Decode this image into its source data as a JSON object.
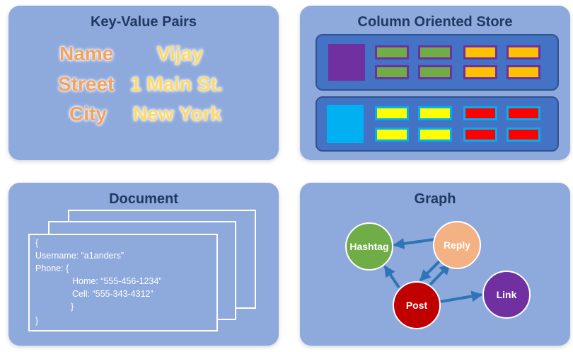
{
  "kv": {
    "title": "Key-Value Pairs",
    "rows": [
      {
        "key": "Name",
        "value": "Vijay"
      },
      {
        "key": "Street",
        "value": "1 Main St."
      },
      {
        "key": "City",
        "value": "New York"
      }
    ]
  },
  "column_store": {
    "title": "Column Oriented Store",
    "colors": {
      "panel": "#8ea9db",
      "group_fill": "#4472c4",
      "purple": "#7030a0",
      "cyan": "#00b0f0",
      "green": "#70ad47",
      "orange": "#ffc000",
      "yellow": "#ffff00",
      "red": "#ff0000"
    }
  },
  "document": {
    "title": "Document",
    "lines": [
      "{",
      "Username: “a1anders”",
      "Phone: {",
      "Home: “555-456-1234”",
      "Cell: “555-343-4312”",
      "}",
      "}"
    ]
  },
  "graph": {
    "title": "Graph",
    "nodes": [
      {
        "id": "hashtag",
        "label": "Hashtag",
        "color": "#70ad47"
      },
      {
        "id": "reply",
        "label": "Reply",
        "color": "#f4b183"
      },
      {
        "id": "post",
        "label": "Post",
        "color": "#c00000"
      },
      {
        "id": "link",
        "label": "Link",
        "color": "#7030a0"
      }
    ],
    "edge_color": "#2e75b6"
  }
}
